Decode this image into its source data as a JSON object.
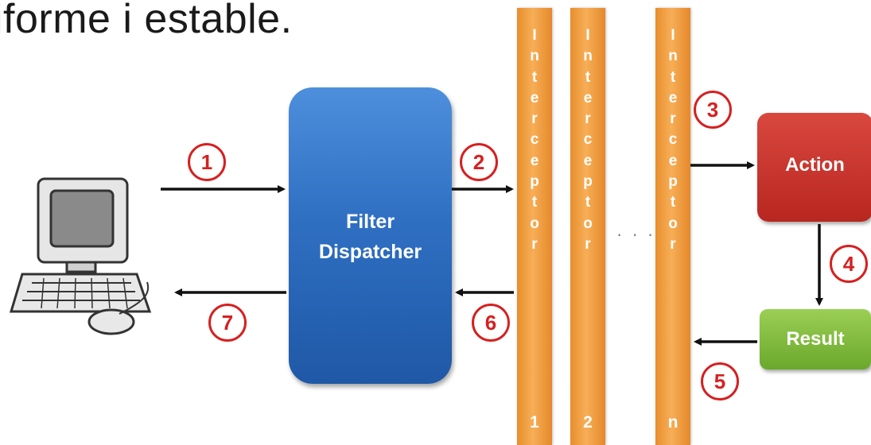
{
  "caption": "iforme i estable.",
  "filter_dispatcher": {
    "line1": "Filter",
    "line2": "Dispatcher"
  },
  "interceptors": [
    {
      "letters": [
        "I",
        "n",
        "t",
        "e",
        "r",
        "c",
        "e",
        "p",
        "t",
        "o",
        "r"
      ],
      "index": "1"
    },
    {
      "letters": [
        "I",
        "n",
        "t",
        "e",
        "r",
        "c",
        "e",
        "p",
        "t",
        "o",
        "r"
      ],
      "index": "2"
    },
    {
      "letters": [
        "I",
        "n",
        "t",
        "e",
        "r",
        "c",
        "e",
        "p",
        "t",
        "o",
        "r"
      ],
      "index": "n"
    }
  ],
  "ellipsis": "· · ·",
  "action": {
    "label": "Action"
  },
  "result": {
    "label": "Result"
  },
  "steps": [
    "1",
    "2",
    "3",
    "4",
    "5",
    "6",
    "7"
  ],
  "colors": {
    "filter_blue": "#2f6fc2",
    "interceptor_orange": "#f29b3c",
    "action_red": "#c0302a",
    "result_green": "#7cb83a",
    "step_red": "#d62020"
  },
  "icons": {
    "client": "computer-icon"
  }
}
